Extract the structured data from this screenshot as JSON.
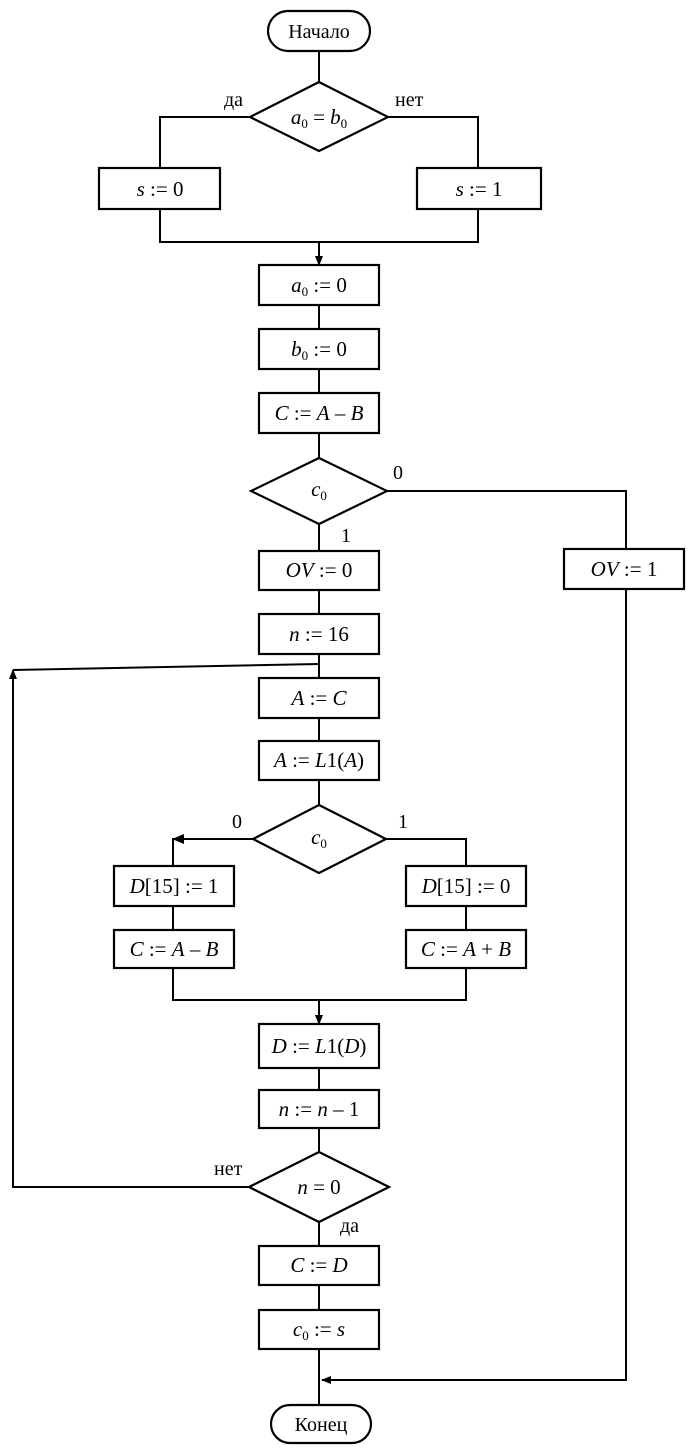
{
  "terminals": {
    "start": "Начало",
    "end": "Конец"
  },
  "branch_labels": {
    "yes": "да",
    "no": "нет",
    "zero": "0",
    "one": "1"
  },
  "symbols": {
    "a": "a",
    "b": "b",
    "s": "s",
    "c": "c",
    "n": "n",
    "sub0": "0",
    "eq": " = ",
    "assign": " := ",
    "zero": "0",
    "one": "1",
    "sixteen": "16",
    "A": "A",
    "B": "B",
    "C": "C",
    "D": "D",
    "OV": "OV",
    "minus": " – ",
    "plus": " + ",
    "L1": "L",
    "L1_one": "1(",
    "close_paren": ")",
    "D15": "[15]",
    "minus_one": " – 1"
  }
}
